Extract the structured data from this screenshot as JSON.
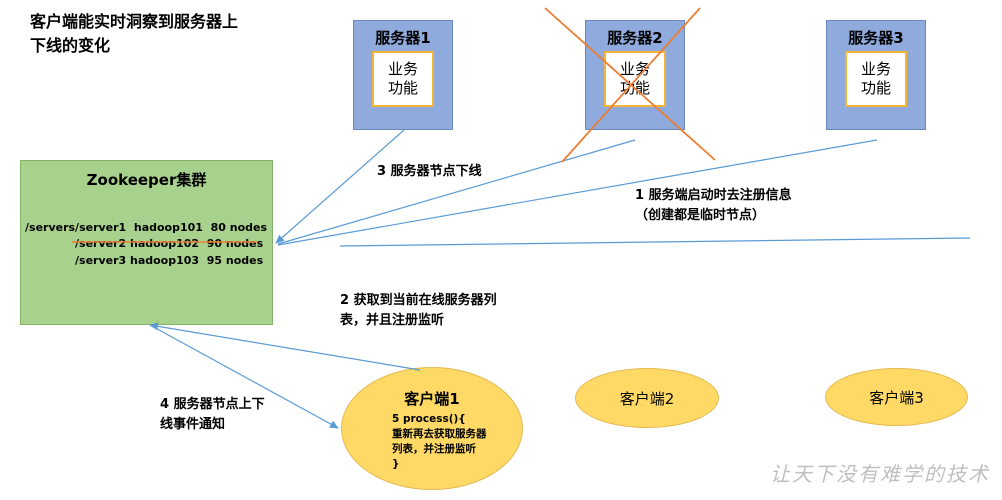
{
  "title": "客户端能实时洞察到服务器上下线的变化",
  "servers": [
    {
      "name": "服务器1",
      "func_line1": "业务",
      "func_line2": "功能"
    },
    {
      "name": "服务器2",
      "func_line1": "业务",
      "func_line2": "功能"
    },
    {
      "name": "服务器3",
      "func_line1": "业务",
      "func_line2": "功能"
    }
  ],
  "zookeeper": {
    "title": "Zookeeper集群",
    "rows": [
      "/servers/server1  hadoop101  80 nodes",
      "/server2 hadoop102  90 nodes",
      "/server3 hadoop103  95 nodes"
    ]
  },
  "labels": {
    "step1": "1  服务端启动时去注册信息（创建都是临时节点）",
    "step2": "2  获取到当前在线服务器列表，并且注册监听",
    "step3": "3 服务器节点下线",
    "step4": "4  服务器节点上下线事件通知"
  },
  "clients": {
    "client1_name": "客户端1",
    "client1_code": [
      "5 process(){",
      "重新再去获取服务器",
      "列表，并注册监听",
      "}"
    ],
    "client2_name": "客户端2",
    "client3_name": "客户端3"
  },
  "watermark": "让天下没有难学的技术",
  "colors": {
    "server_fill": "#8FAADC",
    "func_border": "#F2B539",
    "zk_fill": "#A9D18E",
    "client_fill": "#FFD966",
    "arrow": "#5B9BD5",
    "cross": "#ED7D31"
  }
}
